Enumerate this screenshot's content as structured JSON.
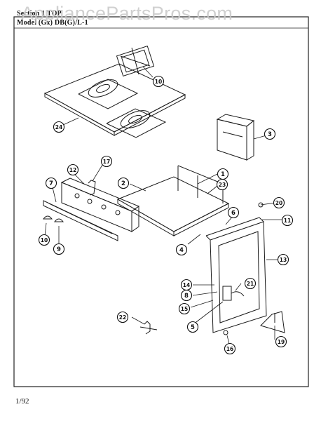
{
  "watermark": "AppliancePartsPros.com",
  "header": {
    "section_label": "Section",
    "section_value": "1 TOP",
    "model_label": "Model",
    "model_value": "(Gx) DB(G)/L-1"
  },
  "footer": {
    "date": "1/92"
  },
  "callouts": [
    {
      "id": "c1",
      "label": "1"
    },
    {
      "id": "c2",
      "label": "2"
    },
    {
      "id": "c3",
      "label": "3"
    },
    {
      "id": "c4",
      "label": "4"
    },
    {
      "id": "c5",
      "label": "5"
    },
    {
      "id": "c6",
      "label": "6"
    },
    {
      "id": "c7",
      "label": "7"
    },
    {
      "id": "c8",
      "label": "8"
    },
    {
      "id": "c9",
      "label": "9"
    },
    {
      "id": "c10a",
      "label": "10"
    },
    {
      "id": "c10b",
      "label": "10"
    },
    {
      "id": "c11",
      "label": "11"
    },
    {
      "id": "c12",
      "label": "12"
    },
    {
      "id": "c13",
      "label": "13"
    },
    {
      "id": "c14",
      "label": "14"
    },
    {
      "id": "c15",
      "label": "15"
    },
    {
      "id": "c16",
      "label": "16"
    },
    {
      "id": "c17",
      "label": "17"
    },
    {
      "id": "c19",
      "label": "19"
    },
    {
      "id": "c20",
      "label": "20"
    },
    {
      "id": "c21",
      "label": "21"
    },
    {
      "id": "c22",
      "label": "22"
    },
    {
      "id": "c23",
      "label": "23"
    },
    {
      "id": "c24",
      "label": "24"
    }
  ]
}
